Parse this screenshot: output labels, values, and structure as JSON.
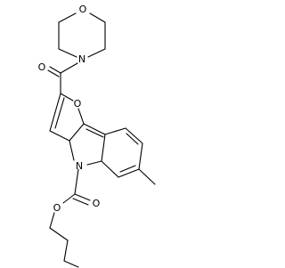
{
  "molecule": {
    "atoms": [
      {
        "id": "a1",
        "symbol": "O"
      },
      {
        "id": "a2",
        "symbol": "N"
      },
      {
        "id": "a3",
        "symbol": "O"
      },
      {
        "id": "a4",
        "symbol": "O"
      },
      {
        "id": "a5",
        "symbol": "N"
      },
      {
        "id": "a6",
        "symbol": "O"
      },
      {
        "id": "a7",
        "symbol": "O"
      }
    ],
    "bond_color": "#000000",
    "label_color": "#000000",
    "background": "#ffffff"
  }
}
